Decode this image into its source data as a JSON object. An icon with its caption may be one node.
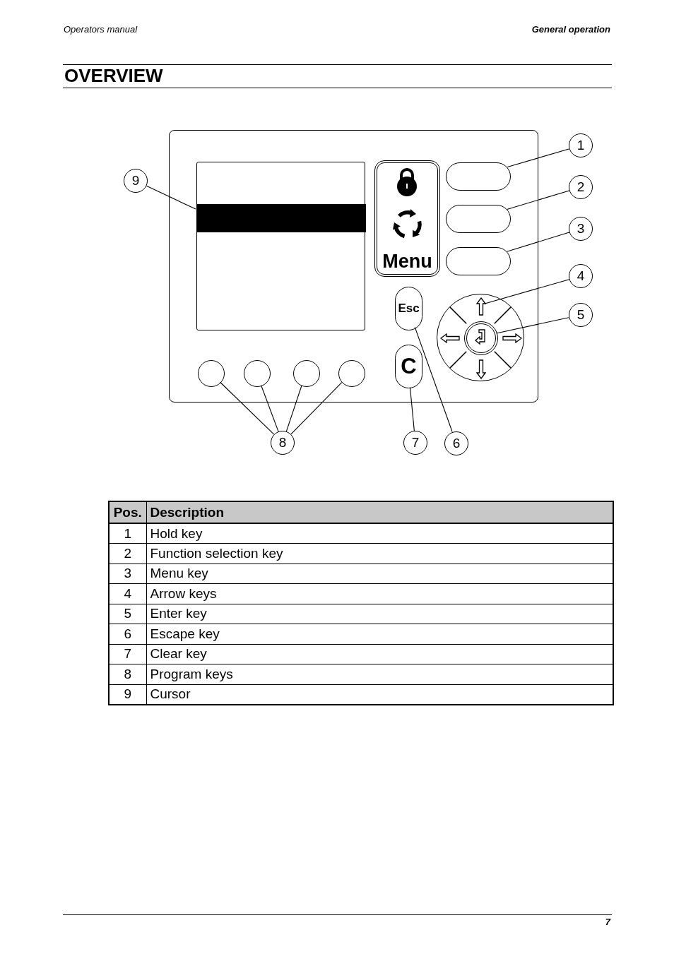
{
  "diagram": {
    "title": "OVERVIEW",
    "nodes": [
      {
        "text": [],
        "shape": "box"
      },
      {
        "text": [],
        "shape": "box",
        "in": 0
      },
      {
        "text": [],
        "shape": "bar",
        "in": 1
      },
      {
        "text": [
          "Menu"
        ],
        "in": 0
      },
      {
        "text": [],
        "shape": "oval",
        "in": 0
      },
      {
        "text": [],
        "shape": "oval",
        "in": 0
      },
      {
        "text": [],
        "shape": "oval",
        "in": 0
      },
      {
        "text": [
          "Esc"
        ],
        "in": 0
      },
      {
        "text": [
          "C"
        ],
        "in": 0
      },
      {
        "text": [],
        "shape": "circle",
        "in": 0
      },
      {
        "text": [],
        "shape": "arrow",
        "in": 9
      },
      {
        "text": [],
        "shape": "circle",
        "in": 9
      },
      {
        "text": [],
        "shape": "circle",
        "in": 0
      },
      {
        "text": [],
        "shape": "circle",
        "in": 0
      },
      {
        "text": [],
        "shape": "circle",
        "in": 0
      },
      {
        "text": [],
        "shape": "circle",
        "in": 0
      },
      {
        "text": [
          "1"
        ]
      },
      {
        "text": [
          "9"
        ]
      },
      {
        "text": [
          "2"
        ]
      },
      {
        "text": [
          "3"
        ]
      },
      {
        "text": [
          "4"
        ]
      },
      {
        "text": [
          "5"
        ]
      },
      {
        "text": [
          "8"
        ]
      },
      {
        "text": [
          "7"
        ]
      },
      {
        "text": [
          "6"
        ]
      }
    ],
    "edges": [
      {
        "from": 16,
        "to": 4,
        "arrow": "none"
      },
      {
        "from": 17,
        "to": 2,
        "arrow": "none"
      },
      {
        "from": 18,
        "to": 5,
        "arrow": "none"
      },
      {
        "from": 19,
        "to": 6,
        "arrow": "none"
      },
      {
        "from": 20,
        "to": 10,
        "arrow": "none"
      },
      {
        "from": 21,
        "to": 11,
        "arrow": "none"
      },
      {
        "from": 22,
        "to": 12,
        "arrow": "none"
      },
      {
        "from": 22,
        "to": 13,
        "arrow": "none"
      },
      {
        "from": 22,
        "to": 14,
        "arrow": "none"
      },
      {
        "from": 22,
        "to": 15,
        "arrow": "none"
      },
      {
        "from": 23,
        "to": 8,
        "arrow": "none"
      },
      {
        "from": 24,
        "to": 7,
        "arrow": "none"
      }
    ],
    "labels": [
      "Operators manual",
      "General operation",
      "Pos.",
      "Description",
      "1",
      "Hold key",
      "2",
      "Function selection key",
      "3",
      "Menu key",
      "4",
      "Arrow keys",
      "5",
      "Enter key",
      "6",
      "Escape key",
      "7",
      "Clear key",
      "8",
      "Program keys",
      "9",
      "Cursor",
      "7"
    ]
  }
}
